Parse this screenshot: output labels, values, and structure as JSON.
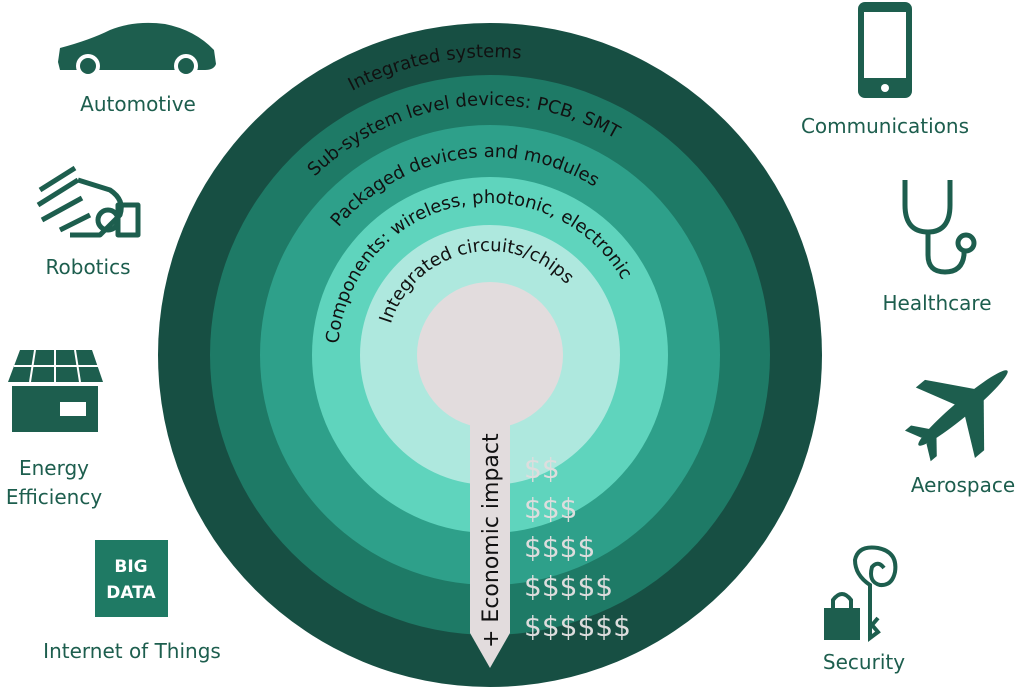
{
  "colors": {
    "icon": "#1d5e4e",
    "ring1": "#174f43",
    "ring2": "#1e7a66",
    "ring3": "#2ea08a",
    "ring4": "#5fd4bd",
    "ring5": "#aee8de",
    "core": "#e2dcdd",
    "dollar": "#dddddd"
  },
  "rings": [
    {
      "label": "Integrated systems"
    },
    {
      "label": "Sub-system level devices: PCB, SMT"
    },
    {
      "label": "Packaged devices and modules"
    },
    {
      "label": "Components: wireless, photonic, electronic"
    },
    {
      "label": "Integrated circuits/chips"
    }
  ],
  "arrow": {
    "label": "+ Economic impact"
  },
  "dollars": [
    "$$",
    "$$$",
    "$$$$",
    "$$$$$",
    "$$$$$$"
  ],
  "sectors": {
    "automotive": "Automotive",
    "robotics": "Robotics",
    "energy_line1": "Energy",
    "energy_line2": "Efficiency",
    "iot": "Internet of Things",
    "bigdata_line1": "BIG",
    "bigdata_line2": "DATA",
    "communications": "Communications",
    "healthcare": "Healthcare",
    "aerospace": "Aerospace",
    "security": "Security"
  }
}
